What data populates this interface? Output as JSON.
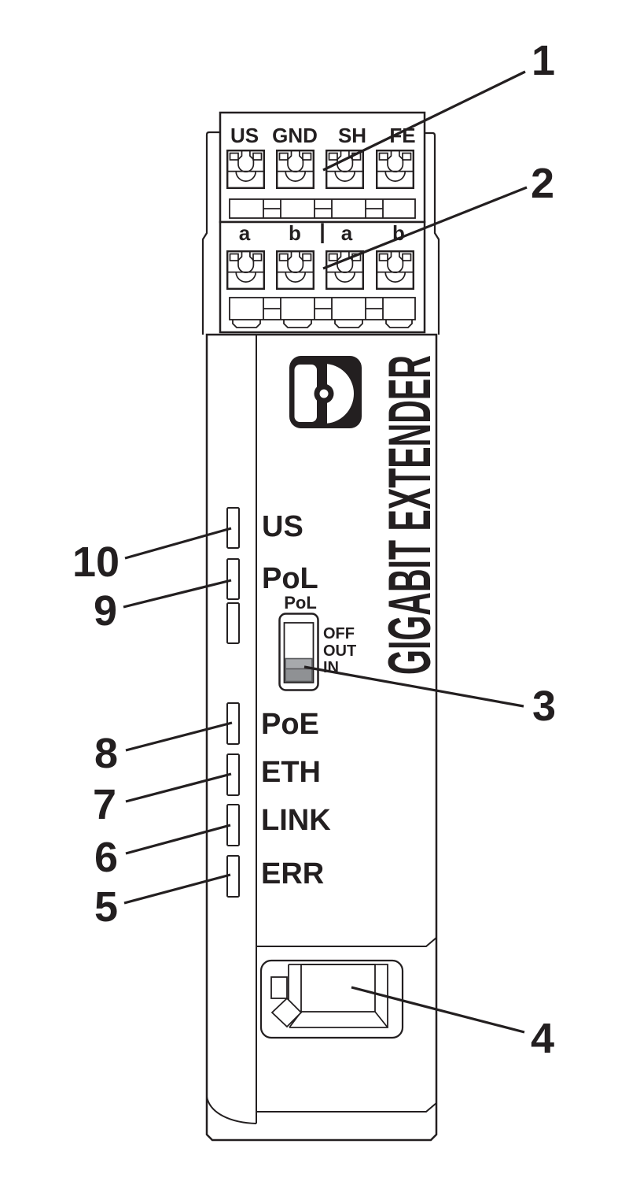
{
  "figure": {
    "description": "Front view diagram of a Gigabit Extender device with numbered callouts"
  },
  "device": {
    "vertical_title": "GIGABIT EXTENDER",
    "logo_name": "phoenix-contact-logo",
    "terminal_row_power": {
      "labels": [
        "US",
        "GND",
        "SH",
        "FE"
      ]
    },
    "terminal_row_line": {
      "labels": [
        "a",
        "b",
        "a",
        "b"
      ],
      "separator": "|"
    },
    "led_labels": [
      "US",
      "PoL",
      "PoE",
      "ETH",
      "LINK",
      "ERR"
    ],
    "switch": {
      "label": "PoL",
      "positions": [
        "OFF",
        "OUT",
        "IN"
      ],
      "selected_position": "IN"
    }
  },
  "callouts": {
    "labels": [
      "1",
      "2",
      "3",
      "4",
      "5",
      "6",
      "7",
      "8",
      "9",
      "10"
    ]
  },
  "colors": {
    "line": "#231f20",
    "background": "#ffffff",
    "slider_top": "#a7a9ac",
    "slider_bottom": "#8f9194"
  }
}
